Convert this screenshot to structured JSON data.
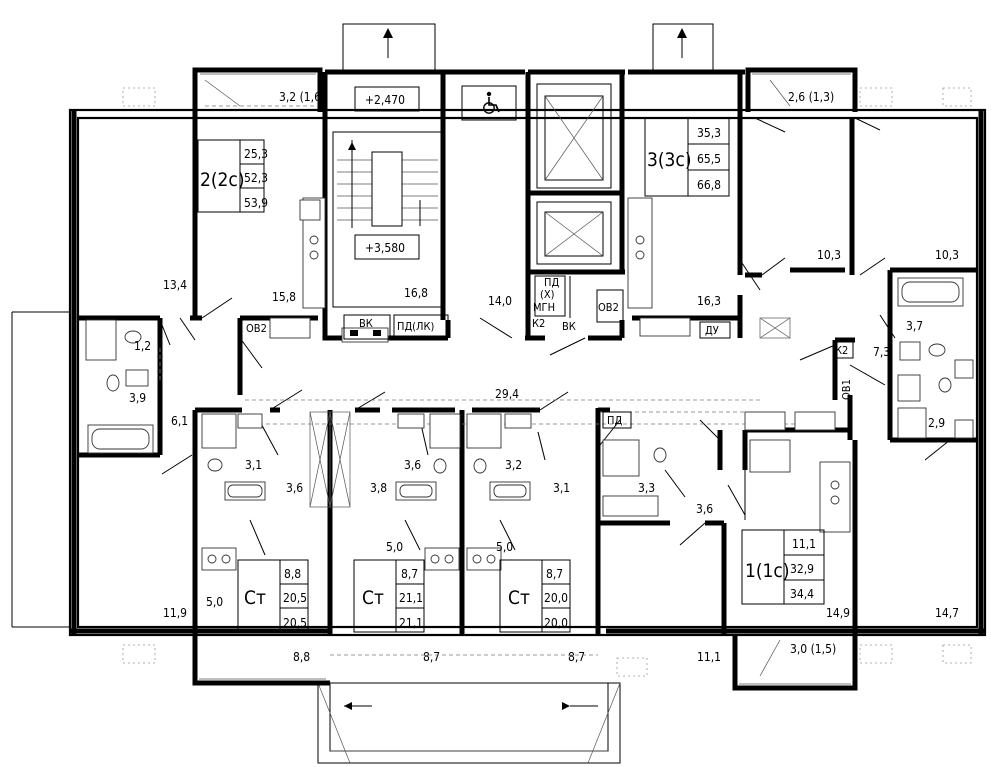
{
  "levels": {
    "upper": "+2,470",
    "lower": "+3,580"
  },
  "balconies": {
    "top_left": "3,2 (1,6)",
    "top_right": "2,6 (1,3)",
    "bottom_right": "3,0 (1,5)"
  },
  "apartments": {
    "apt2": {
      "label": "2(2с)",
      "areas": [
        "25,3",
        "52,3",
        "53,9"
      ]
    },
    "apt3": {
      "label": "3(3с)",
      "areas": [
        "35,3",
        "65,5",
        "66,8"
      ]
    },
    "apt1": {
      "label": "1(1с)",
      "areas": [
        "11,1",
        "32,9",
        "34,4"
      ]
    },
    "studio_a": {
      "label": "Ст",
      "areas": [
        "8,8",
        "20,5",
        "20,5"
      ]
    },
    "studio_b": {
      "label": "Ст",
      "areas": [
        "8,7",
        "21,1",
        "21,1"
      ]
    },
    "studio_c": {
      "label": "Ст",
      "areas": [
        "8,7",
        "20,0",
        "20,0"
      ]
    }
  },
  "rooms": {
    "r13_4": "13,4",
    "r15_8": "15,8",
    "r16_8": "16,8",
    "r14_0": "14,0",
    "r16_3": "16,3",
    "r10_3a": "10,3",
    "r10_3b": "10,3",
    "r1_2": "1,2",
    "r3_9": "3,9",
    "r6_1": "6,1",
    "r29_4": "29,4",
    "r3_7": "3,7",
    "r7_3": "7,3",
    "r2_9": "2,9",
    "r3_1a": "3,1",
    "r3_6a": "3,6",
    "r3_8": "3,8",
    "r3_6b": "3,6",
    "r3_2": "3,2",
    "r3_1b": "3,1",
    "r3_3": "3,3",
    "r3_6c": "3,6",
    "r5_0a": "5,0",
    "r5_0b": "5,0",
    "r5_0c": "5,0",
    "r11_9": "11,9",
    "r8_8": "8,8",
    "r8_7a": "8,7",
    "r8_7b": "8,7",
    "r11_1": "11,1",
    "r14_9": "14,9",
    "r14_7": "14,7"
  },
  "labels": {
    "vk1": "ВК",
    "pd_lk": "ПД(ЛК)",
    "vk2": "ВК",
    "pd1": "ПД",
    "x": "(Х)",
    "mgn": "МГН",
    "k2a": "К2",
    "ov2a": "ОВ2",
    "ov2b": "ОВ2",
    "du": "ДУ",
    "k2b": "К2",
    "ov1": "ОВ1",
    "pd2": "ПД"
  },
  "icons": {
    "entry": "up-arrow-icon",
    "accessible": "wheelchair-icon",
    "exit": "left-arrow-icon"
  }
}
